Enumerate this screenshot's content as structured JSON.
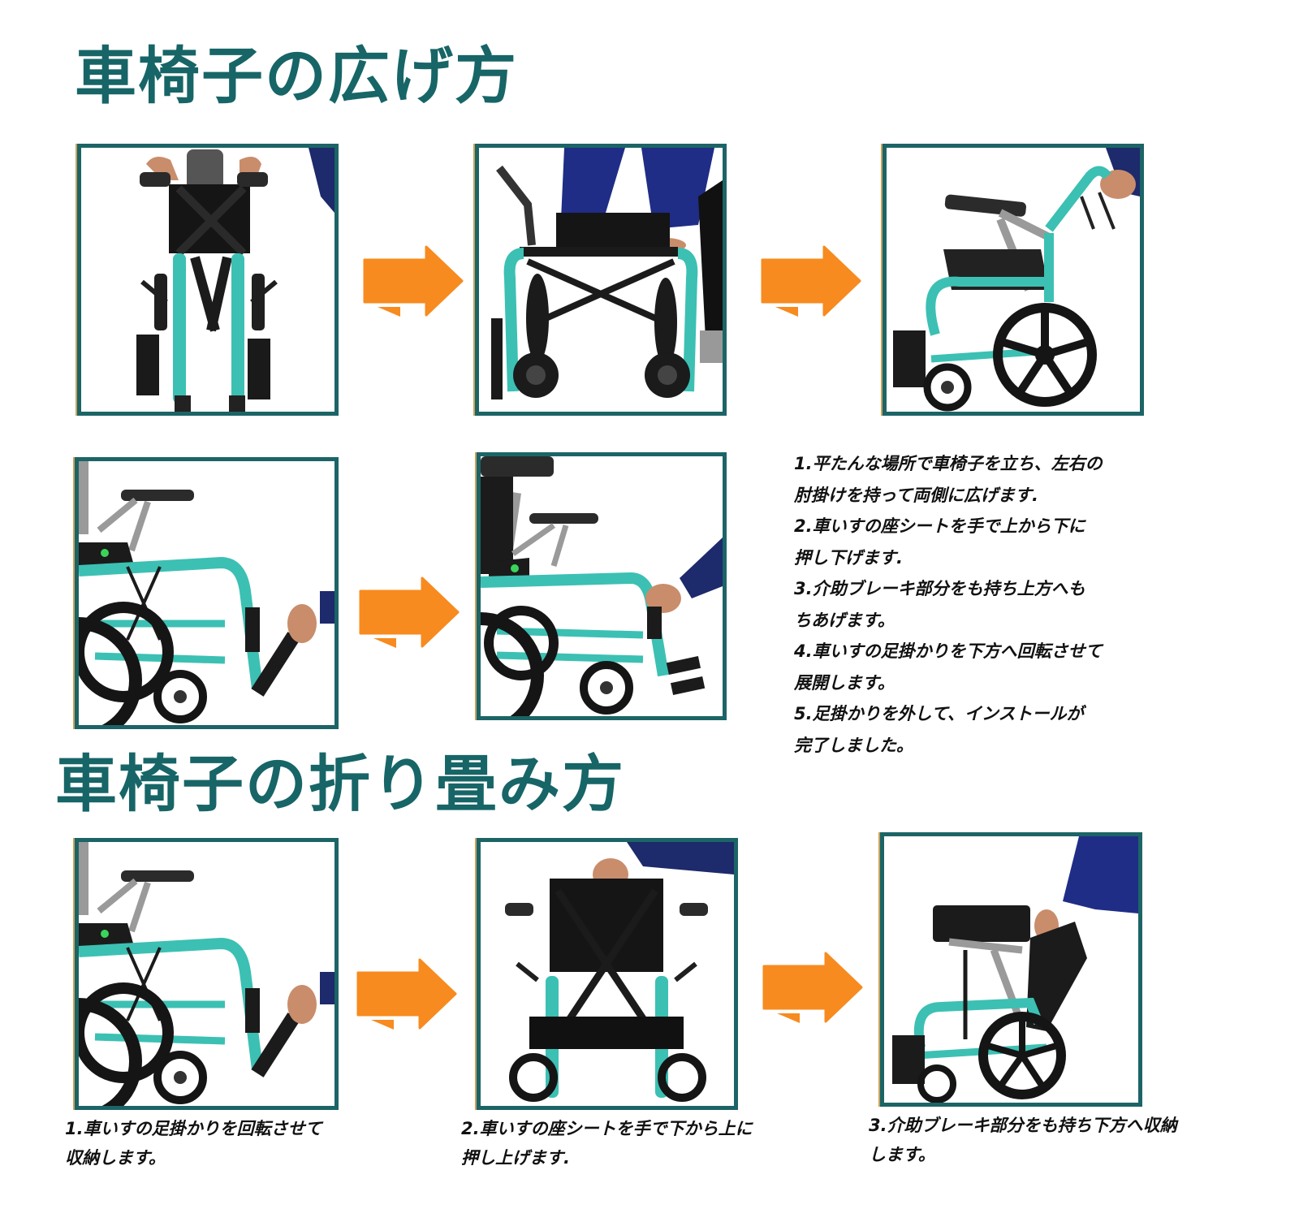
{
  "unfold": {
    "title": "車椅子の広げ方",
    "steps": [
      "1.平たんな場所で車椅子を立ち、左右の",
      "肘掛けを持って両側に広げます.",
      "2.車いすの座シートを手で上から下に",
      "押し下げます.",
      "3.介助ブレーキ部分をも持ち上方へも",
      "ちあげます。",
      "4.車いすの足掛かりを下方へ回転させて",
      "展開します。",
      "5.足掛かりを外して、インストールが",
      "完了しました。"
    ],
    "panels": [
      {
        "name": "folded-chair-front-photo"
      },
      {
        "name": "press-seat-down-photo"
      },
      {
        "name": "brake-handle-raise-photo"
      },
      {
        "name": "footrest-rotate-photo"
      },
      {
        "name": "footrest-unfolded-photo"
      }
    ]
  },
  "fold": {
    "title": "車椅子の折り畳み方",
    "captions": [
      [
        "1.車いすの足掛かりを回転させて",
        "収納します。"
      ],
      [
        "2.車いすの座シートを手で下から上に",
        "押し上げます."
      ],
      [
        "3.介助ブレーキ部分をも持ち下方へ収納",
        "します。"
      ]
    ],
    "panels": [
      {
        "name": "footrest-stow-photo"
      },
      {
        "name": "lift-seat-up-photo"
      },
      {
        "name": "brake-handle-lower-photo"
      }
    ]
  },
  "colors": {
    "title": "#176567",
    "frame": "#1c6466",
    "arrow": "#f78b1f",
    "frame_teal_chair": "#2fb5a8"
  }
}
